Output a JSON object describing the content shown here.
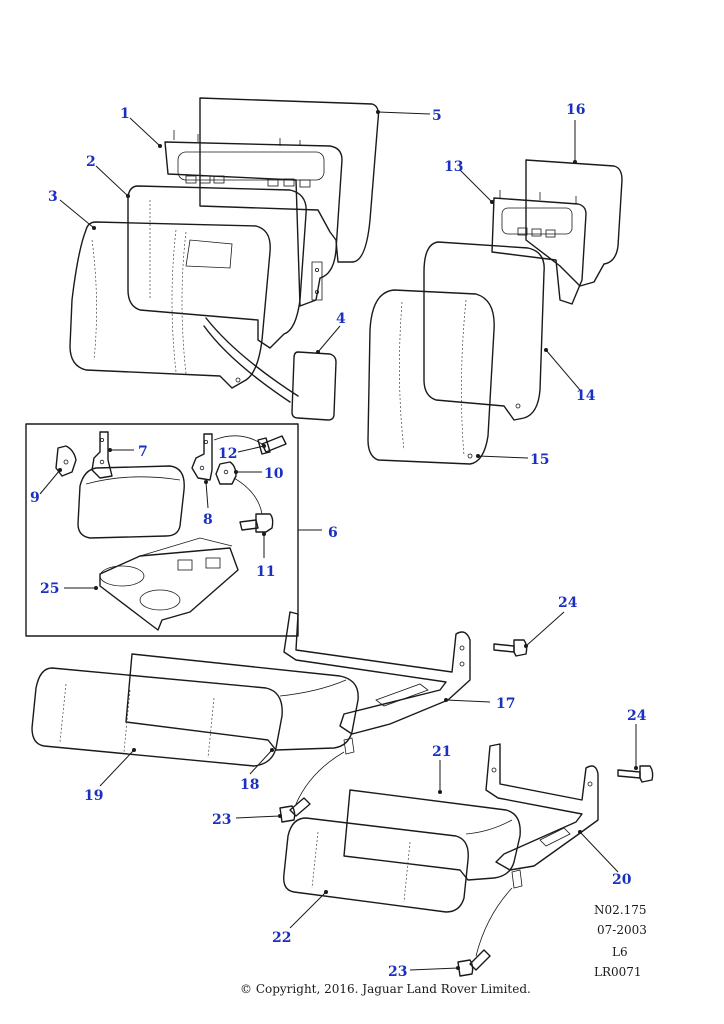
{
  "callouts": {
    "c1": "1",
    "c2": "2",
    "c3": "3",
    "c4": "4",
    "c5": "5",
    "c6": "6",
    "c7": "7",
    "c8": "8",
    "c9": "9",
    "c10": "10",
    "c11": "11",
    "c12": "12",
    "c13": "13",
    "c14": "14",
    "c15": "15",
    "c16": "16",
    "c17": "17",
    "c18": "18",
    "c19": "19",
    "c20": "20",
    "c21": "21",
    "c22": "22",
    "c23a": "23",
    "c23b": "23",
    "c24a": "24",
    "c24b": "24",
    "c25": "25"
  },
  "reference": {
    "line1": "N02.175",
    "line2": "07-2003",
    "line3": "L6",
    "line4": "LR0071"
  },
  "copyright": "© Copyright, 2016. Jaguar Land Rover Limited.",
  "colors": {
    "callout": "#1b2fc0",
    "line": "#1a1a1a"
  }
}
